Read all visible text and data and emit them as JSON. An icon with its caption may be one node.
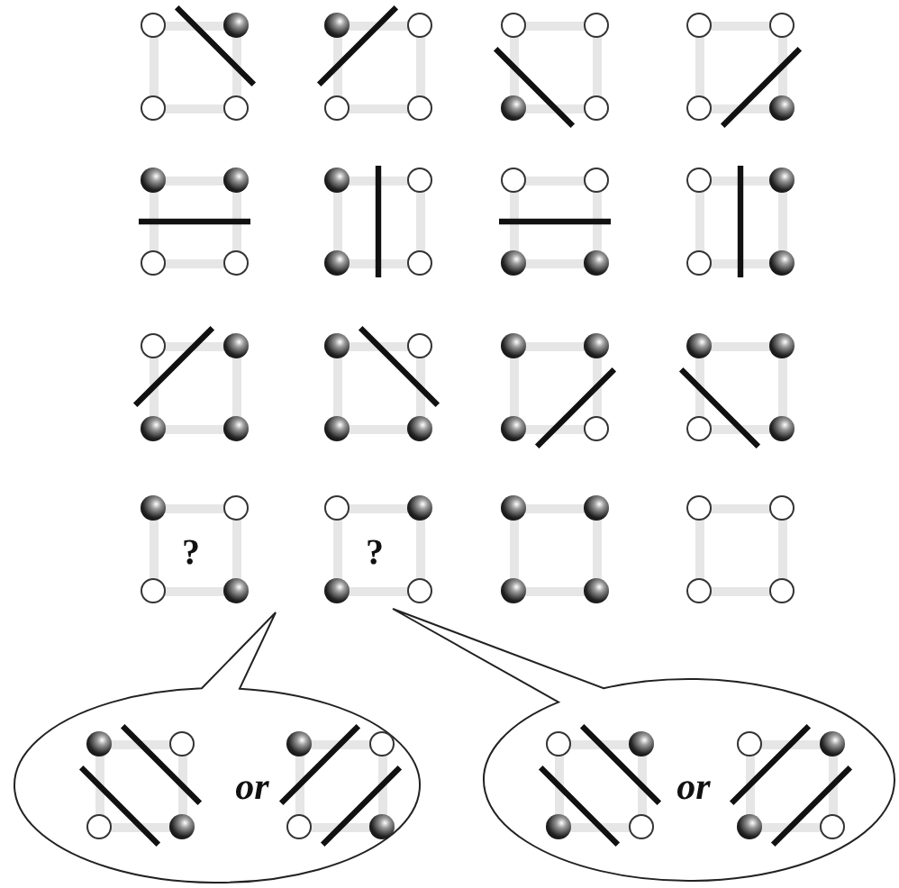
{
  "diagram": {
    "nodes": [
      {
        "text": [],
        "shape": "box"
      },
      {
        "text": [],
        "shape": "box"
      },
      {
        "text": [],
        "shape": "box"
      },
      {
        "text": [],
        "shape": "box"
      },
      {
        "text": [],
        "shape": "box"
      },
      {
        "text": [],
        "shape": "box"
      },
      {
        "text": [],
        "shape": "box"
      },
      {
        "text": [],
        "shape": "box"
      },
      {
        "text": [],
        "shape": "box"
      },
      {
        "text": [],
        "shape": "box"
      },
      {
        "text": [],
        "shape": "box"
      },
      {
        "text": [],
        "shape": "box"
      },
      {
        "text": [
          "?"
        ]
      },
      {
        "text": [
          "?"
        ]
      },
      {
        "text": [],
        "shape": "box"
      },
      {
        "text": [],
        "shape": "box"
      },
      {
        "text": [
          "or"
        ]
      },
      {
        "text": [],
        "shape": "box",
        "in": 16
      },
      {
        "text": [],
        "shape": "box",
        "in": 16
      },
      {
        "text": [
          "or"
        ]
      },
      {
        "text": [],
        "shape": "box",
        "in": 19
      },
      {
        "text": [],
        "shape": "box",
        "in": 19
      }
    ]
  }
}
